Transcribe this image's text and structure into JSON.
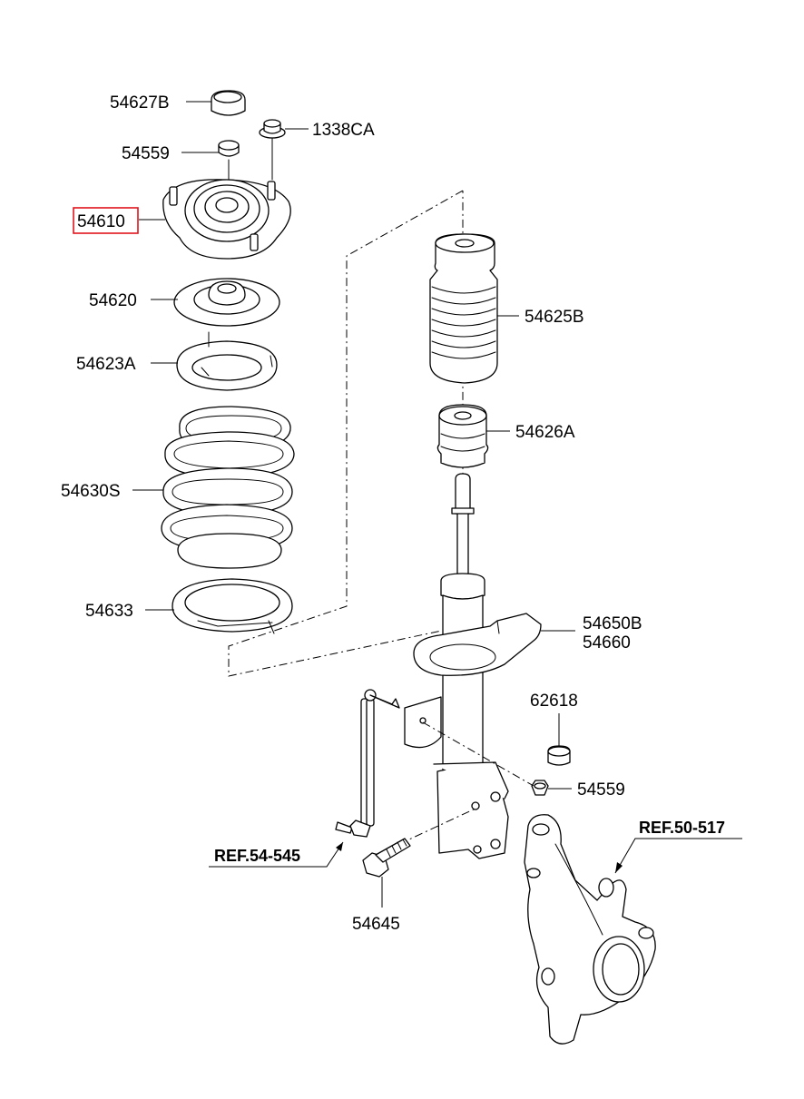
{
  "labels": {
    "p54627B": "54627B",
    "p54559a": "54559",
    "p1338CA": "1338CA",
    "p54610": "54610",
    "p54620": "54620",
    "p54623A": "54623A",
    "p54630S": "54630S",
    "p54633": "54633",
    "p54625B": "54625B",
    "p54626A": "54626A",
    "p54650B": "54650B",
    "p54660": "54660",
    "p62618": "62618",
    "p54559b": "54559",
    "p54645": "54645",
    "ref54545": "REF.54-545",
    "ref50517": "REF.50-517"
  },
  "highlight": {
    "part": "54610",
    "color": "#e0141e"
  }
}
